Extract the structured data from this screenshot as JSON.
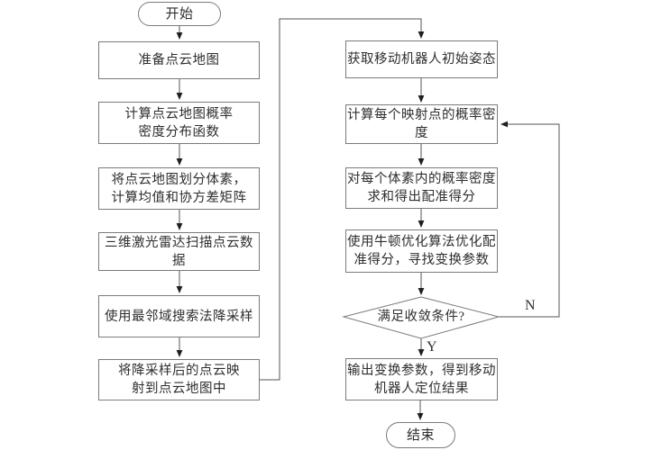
{
  "colors": {
    "background": "#ffffff",
    "line": "#555555",
    "box_border": "#7a7a7a",
    "text": "#2e2e2e"
  },
  "flowchart": {
    "start": {
      "label": "开始"
    },
    "end": {
      "label": "结束"
    },
    "left_column": [
      {
        "label": "准备点云地图"
      },
      {
        "label": "计算点云地图概率\n密度分布函数"
      },
      {
        "label": "将点云地图划分体素，\n计算均值和协方差矩阵"
      },
      {
        "label": "三维激光雷达扫描点云数据"
      },
      {
        "label": "使用最邻域搜索法降采样"
      },
      {
        "label": "将降采样后的点云映\n射到点云地图中"
      }
    ],
    "right_column": [
      {
        "label": "获取移动机器人初始姿态"
      },
      {
        "label": "计算每个映射点的概率密度"
      },
      {
        "label": "对每个体素内的概率密度\n求和得出配准得分"
      },
      {
        "label": "使用牛顿优化算法优化配\n准得分，寻找变换参数"
      }
    ],
    "decision": {
      "label": "满足收敛条件?",
      "yes_label": "Y",
      "no_label": "N"
    },
    "output_box": {
      "label": "输出变换参数，得到移动\n机器人定位结果"
    }
  }
}
